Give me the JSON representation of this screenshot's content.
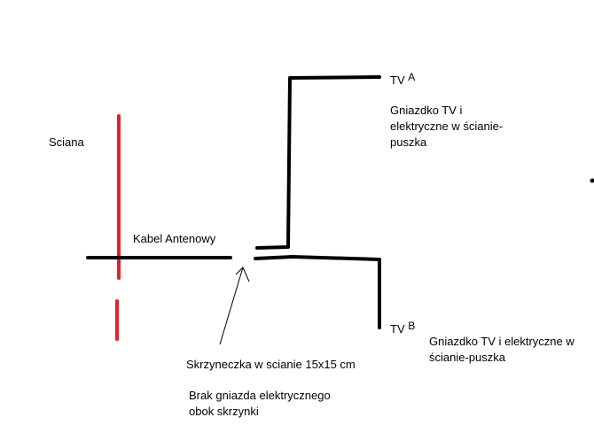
{
  "labels": {
    "wall": "Sciana",
    "cable": "Kabel Antenowy",
    "tv_a_prefix": "TV",
    "tv_a_letter": "A",
    "tv_a_desc_line1": "Gniazdko TV i",
    "tv_a_desc_line2": "elektryczne w ścianie-",
    "tv_a_desc_line3": "puszka",
    "tv_b_prefix": "TV",
    "tv_b_letter": "B",
    "tv_b_desc_line1": "Gniazdko TV i elektryczne w",
    "tv_b_desc_line2": "ścianie-puszka",
    "box": "Skrzyneczka w scianie 15x15 cm",
    "no_socket_line1": "Brak gniazda elektrycznego",
    "no_socket_line2": "obok skrzynki"
  },
  "colors": {
    "wall": "#e8202a",
    "cable": "#000000",
    "text": "#000000",
    "background": "#ffffff"
  }
}
